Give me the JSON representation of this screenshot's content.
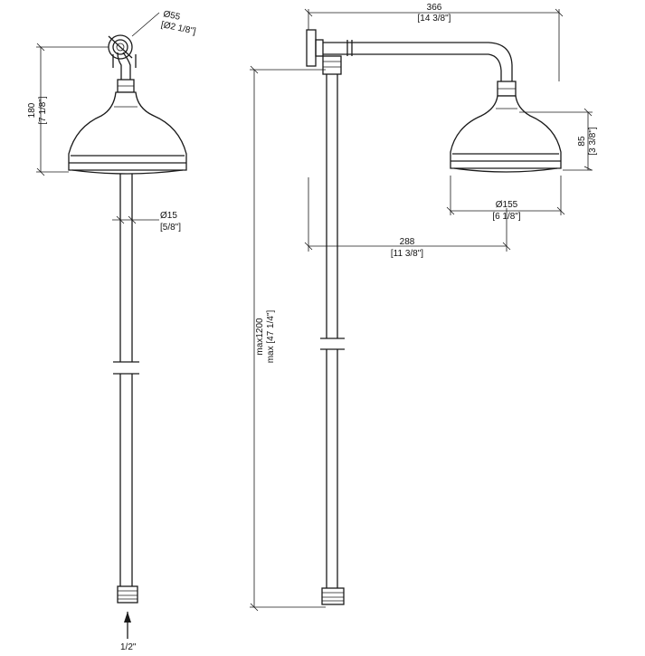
{
  "dimensions": {
    "flange_diameter": {
      "mm": "Ø55",
      "inch": "[Ø2 1/8\"]"
    },
    "head_height_front": {
      "mm": "180",
      "inch": "[7 1/8\"]"
    },
    "pipe_diameter": {
      "mm": "Ø15",
      "inch": "[5/8\"]"
    },
    "inlet": {
      "label": "1/2\""
    },
    "arm_width": {
      "mm": "366",
      "inch": "[14 3/8\"]"
    },
    "head_depth": {
      "mm": "85",
      "inch": "[3 3/8\"]"
    },
    "head_diameter": {
      "mm": "Ø155",
      "inch": "[6 1/8\"]"
    },
    "arm_projection": {
      "mm": "288",
      "inch": "[11 3/8\"]"
    },
    "max_height": {
      "mm": "max1200",
      "inch": "max [47 1/4\"]"
    }
  },
  "colors": {
    "line": "#1a1a1a",
    "background": "#ffffff"
  }
}
